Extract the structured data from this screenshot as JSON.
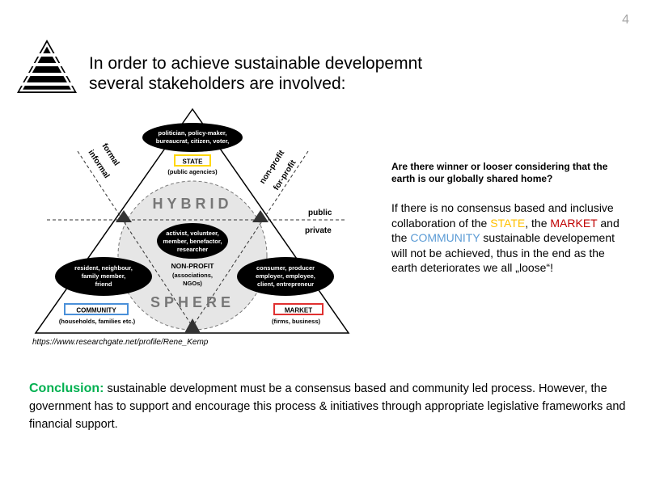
{
  "slide_number": "4",
  "title_line1": "In order to achieve sustainable developemnt",
  "title_line2": "several stakeholders are involved:",
  "logo_icon": "layered-pyramid-icon",
  "diagram": {
    "sectors": {
      "state": "STATE",
      "state_sub": "(public agencies)",
      "market": "MARKET",
      "market_sub": "(firms, business)",
      "community": "COMMUNITY",
      "community_sub": "(households, families etc.)",
      "nonprofit": "NON-PROFIT",
      "nonprofit_sub1": "(associations,",
      "nonprofit_sub2": "NGOs)"
    },
    "actors": {
      "state_l1": "politician, policy-maker,",
      "state_l2": "bureaucrat, citizen, voter,",
      "nonprofit_l1": "activist, volunteer,",
      "nonprofit_l2": "member, benefactor,",
      "nonprofit_l3": "researcher",
      "community_l1": "resident, neighbour,",
      "community_l2": "family member,",
      "community_l3": "friend",
      "market_l1": "consumer, producer",
      "market_l2": "employer, employee,",
      "market_l3": "client, entrepreneur"
    },
    "hybrid": "HYBRID",
    "sphere": "SPHERE",
    "axes": {
      "formal": "formal",
      "informal": "informal",
      "nonprofit": "non-profit",
      "forprofit": "for-profit",
      "public": "public",
      "private": "private"
    },
    "colors": {
      "state_box": "#ffd700",
      "market_box": "#e03030",
      "community_box": "#4a90d9"
    }
  },
  "source_url": "https://www.researchgate.net/profile/Rene_Kemp",
  "question": "Are there winner or looser considering that the earth is our globally shared home?",
  "answer": {
    "part1": "If there is no consensus based and inclusive collaboration of the ",
    "state": "STATE",
    "part2": ", the ",
    "market": "MARKET",
    "part3": " and the ",
    "community": "COMMUNITY",
    "part4": " sustainable developement will not be achieved, thus in the end as the earth deteriorates we all „loose“!"
  },
  "conclusion": {
    "label": "Conclusion:",
    "text": " sustainable development must be a consensus based and community led process. However, the government has to support and encourage this process & initiatives through appropriate legislative frameworks and financial support."
  }
}
